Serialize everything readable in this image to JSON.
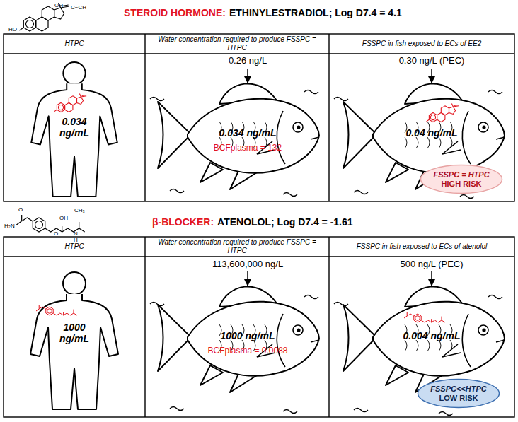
{
  "diagram": {
    "nodes": [
      {
        "text": [
          "HTPC"
        ]
      },
      {
        "text": [
          "Water concentration required to produce FSSPC = HTPC"
        ]
      },
      {
        "text": [
          "FSSPC in fish exposed to ECs of EE2"
        ]
      },
      {
        "text": [
          "0.034 ng/mL"
        ]
      },
      {
        "text": [
          "0.26 ng/L",
          "0.034 ng/mL",
          "BCFplasma = 132"
        ]
      },
      {
        "text": [
          "0.30 ng/L (PEC)",
          "0.04 ng/mL"
        ]
      },
      {
        "text": [
          "FSSPC = HTPC",
          "HIGH RISK"
        ],
        "in": 5
      },
      {
        "text": [
          "HTPC"
        ]
      },
      {
        "text": [
          "Water concentration required to produce FSSPC = HTPC"
        ]
      },
      {
        "text": [
          "FSSPC in fish exposed to ECs of atenolol"
        ]
      },
      {
        "text": [
          "1000 ng/mL"
        ]
      },
      {
        "text": [
          "113,600,000 ng/L",
          "1000 ng/mL",
          "BCFplasma = 0.0088"
        ]
      },
      {
        "text": [
          "500 ng/L (PEC)",
          "0.004 ng/mL"
        ]
      },
      {
        "text": [
          "FSSPC<<HTPC",
          "LOW RISK"
        ],
        "in": 12
      }
    ],
    "labels": [
      "STEROID HORMONE:",
      "ETHINYLESTRADIOL; Log D7.4 = 4.1",
      "β-BLOCKER:",
      "ATENOLOL; Log D7.4 = -1.61",
      "HO",
      "OH",
      "C≡CH",
      "H₂N",
      "O",
      "O",
      "OH",
      "N",
      "H",
      "CH₃"
    ]
  }
}
